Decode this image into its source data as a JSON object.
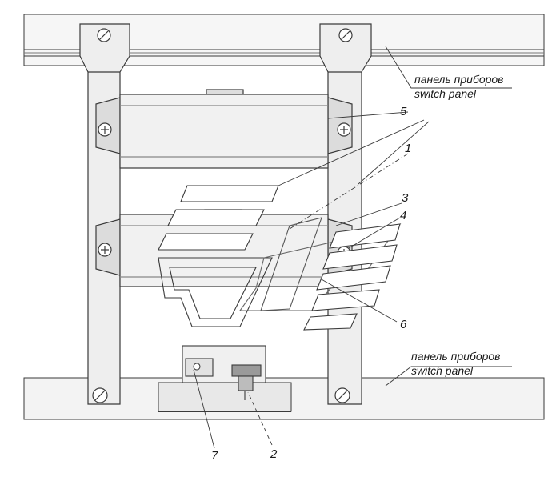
{
  "callouts": {
    "top_ru": "панель приборов",
    "top_en": "switch panel",
    "bottom_ru": "панель приборов",
    "bottom_en": "switch panel",
    "n1": "1",
    "n2": "2",
    "n3": "3",
    "n4": "4",
    "n5": "5",
    "n6": "6",
    "n7": "7"
  },
  "colors": {
    "line": "#3a3a3a",
    "fill_light": "#f4f4f4",
    "fill_mid": "#e6e6e6",
    "fill_dark": "#cfcfcf"
  }
}
